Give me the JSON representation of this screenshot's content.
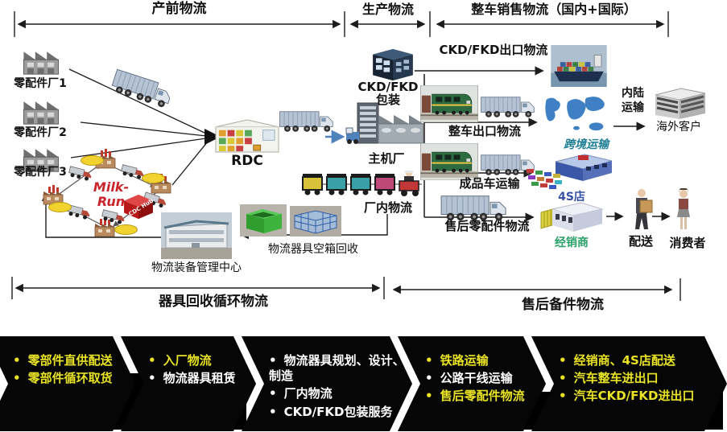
{
  "colors": {
    "banner_yellow": "#e9e325",
    "milkrun_red": "#c9252b",
    "crossborder_teal": "#1f7f95",
    "label_blue": "#3953a4",
    "label_green": "#2aa06a",
    "arrow_blue": "#4f81bd"
  },
  "header": {
    "pre_production": "产前物流",
    "production": "生产物流",
    "sales": "整车销售物流（国内+国际）"
  },
  "footer": {
    "equipment_recycle": "器具回收循环物流",
    "aftersales_spares": "售后备件物流"
  },
  "nodes": {
    "parts_factory_1": "零配件厂1",
    "parts_factory_2": "零配件厂2",
    "parts_factory_3": "零配件厂3",
    "milk_run": "Milk-Run",
    "cdc_hub": "CDC Hub",
    "rdc": "RDC",
    "ckd_line1": "CKD/FKD",
    "ckd_line2": "包装",
    "oem": "主机厂",
    "inplant": "厂内物流",
    "empty_return": "物流器具空箱回收",
    "equip_center": "物流装备管理中心",
    "overseas": "海外客户",
    "store4s": "4S店",
    "dealer": "经销商",
    "delivery": "配送",
    "consumer": "消费者"
  },
  "flows": {
    "ckd_export": "CKD/FKD出口物流",
    "vehicle_export": "整车出口物流",
    "finished_vehicle": "成品车运输",
    "aftersales_parts": "售后零配件物流",
    "cross_border": "跨境运输",
    "inland_1": "内陆",
    "inland_2": "运输"
  },
  "banners": [
    {
      "items": [
        {
          "text": "零部件直供配送"
        },
        {
          "text": "零部件循环取货"
        }
      ]
    },
    {
      "items": [
        {
          "text": "入厂物流"
        },
        {
          "text": "物流器具租赁"
        }
      ]
    },
    {
      "items": [
        {
          "text": "物流器具规划、设计、制造"
        },
        {
          "text": "厂内物流"
        },
        {
          "text": "CKD/FKD包装服务"
        }
      ]
    },
    {
      "items": [
        {
          "text": "铁路运输"
        },
        {
          "text": "公路干线运输"
        },
        {
          "text": "售后零配件物流"
        }
      ]
    },
    {
      "items": [
        {
          "text": "经销商、4S店配送"
        },
        {
          "text": "汽车整车进出口"
        },
        {
          "text": "汽车CKD/FKD进出口"
        }
      ]
    }
  ]
}
